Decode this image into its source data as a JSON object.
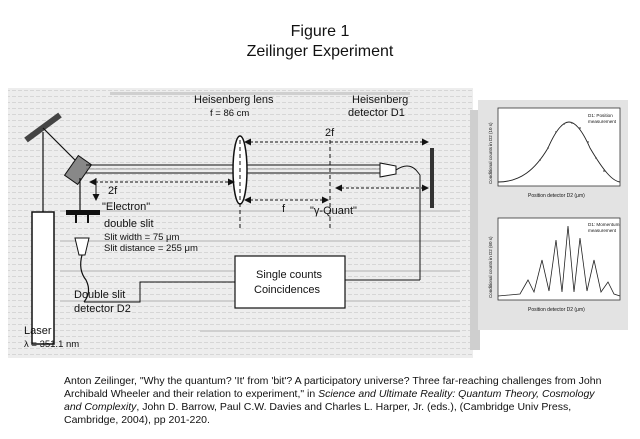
{
  "figure": {
    "title": "Figure 1",
    "subtitle": "Zeilinger Experiment"
  },
  "labels": {
    "heisenberg_lens": "Heisenberg lens",
    "focal_length": "f = 86 cm",
    "heisenberg_detector": "Heisenberg",
    "detector_d1": "detector D1",
    "two_f_top": "2f",
    "two_f_left": "2f",
    "f_label": "f",
    "electron": "\"Electron\"",
    "double_slit": "double slit",
    "slit_width": "Slit width = 75 μm",
    "slit_distance": "Slit distance = 255 μm",
    "gamma_quant": "\"γ-Quant\"",
    "single_counts": "Single counts",
    "coincidences": "Coincidences",
    "double_slit_detector": "Double slit",
    "detector_d2": "detector D2",
    "laser": "Laser",
    "wavelength": "λ = 351.1 nm"
  },
  "insets": {
    "top": {
      "legend_line1": "D1: Position",
      "legend_line2": "measurement",
      "xlabel": "Position detector D2 (μm)",
      "ylabel": "Conditional counts in D2 (10 s)"
    },
    "bottom": {
      "legend_line1": "D1: Momentum",
      "legend_line2": "measurement",
      "xlabel": "Position detector D2 (μm)",
      "ylabel": "Conditional counts in D2 (60 s)"
    }
  },
  "caption": {
    "part1": "Anton Zeilinger, \"Why the quantum? 'It' from 'bit'? A participatory universe? Three far-reaching challenges from John Archibald Wheeler and their relation to experiment,\" in ",
    "italic": "Science and Ultimate Reality: Quantum Theory, Cosmology and Complexity",
    "part2": ", John D. Barrow, Paul C.W. Davies and Charles L. Harper, Jr. (eds.), (Cambridge Univ Press, Cambridge, 2004), pp 201-220."
  }
}
